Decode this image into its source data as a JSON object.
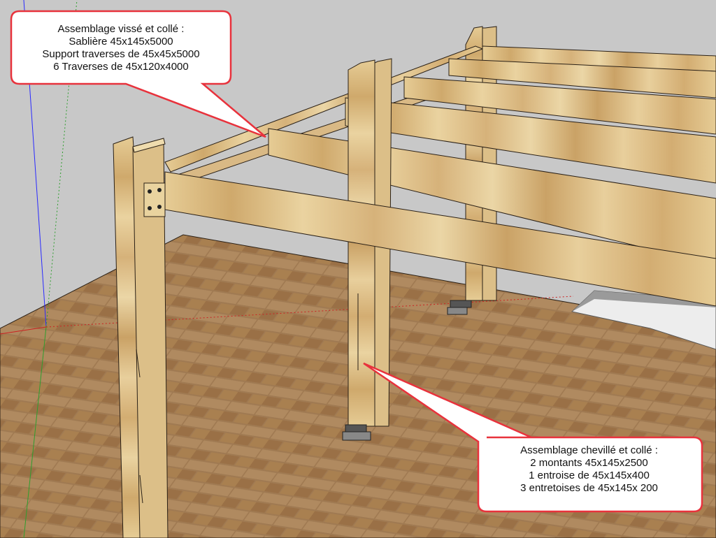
{
  "scene": {
    "colors": {
      "wall": "#c8c8c8",
      "floor": "#a07a52",
      "wood_light": "#e3c892",
      "wood_dark": "#c9a46a",
      "edge": "#2a2016",
      "callout_border": "#e8323c",
      "callout_fill": "#ffffff",
      "axis_blue": "#2a2aff",
      "axis_green": "#2e9e2e",
      "axis_red": "#cc2222"
    },
    "icons": [
      "bracket-icon",
      "post-foot-icon",
      "screw-icon"
    ]
  },
  "callouts": {
    "top": {
      "lines": [
        "Assemblage vissé et collé :",
        "Sablière 45x145x5000",
        "Support traverses de 45x45x5000",
        "6 Traverses de 45x120x4000"
      ]
    },
    "bottom": {
      "lines": [
        "Assemblage chevillé et collé :",
        "2 montants 45x145x2500",
        "1 entroise de 45x145x400",
        "3 entretoises de 45x145x 200"
      ]
    }
  }
}
